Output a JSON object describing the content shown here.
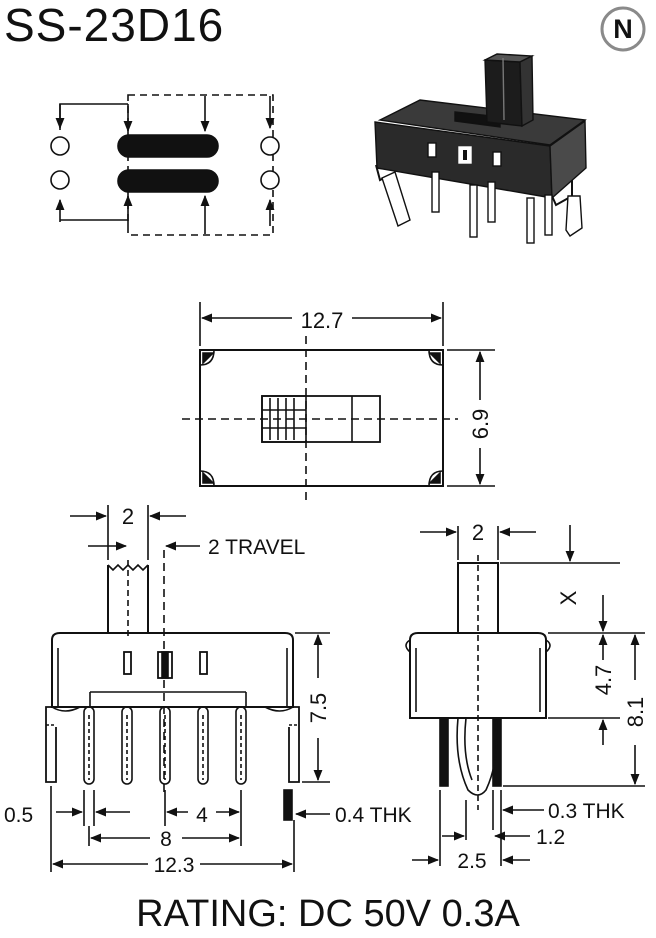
{
  "title": "SS-23D16",
  "rating": "RATING: DC 50V 0.3A",
  "logo": {
    "letter": "N",
    "icon": "brand-n-logo-icon"
  },
  "top_view": {
    "width_label": "12.7",
    "height_label": "6.9"
  },
  "front_view": {
    "actuator_width_label": "2",
    "travel_label": "2 TRAVEL",
    "pin_height_label": "7.5",
    "pin_width_label": "0.5",
    "pin_pitch_label": "4",
    "thickness_label": "0.4 THK",
    "inner_span_label": "8",
    "total_span_label": "12.3"
  },
  "side_view": {
    "actuator_width_label": "2",
    "x_label": "X",
    "body_height_label": "4.7",
    "total_height_label": "8.1",
    "thickness_label": "0.3 THK",
    "pin_gap_label": "1.2",
    "pin_span_label": "2.5"
  }
}
